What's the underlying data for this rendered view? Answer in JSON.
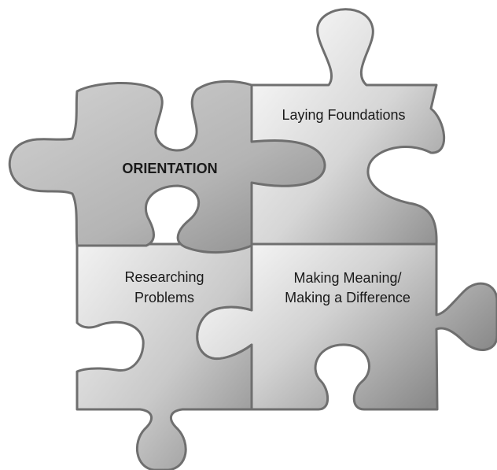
{
  "pieces": {
    "orientation": {
      "label": "ORIENTATION"
    },
    "laying_foundations": {
      "label": "Laying Foundations"
    },
    "researching_problems": {
      "line1": "Researching",
      "line2": "Problems"
    },
    "making_meaning": {
      "line1": "Making Meaning/",
      "line2": "Making a Difference"
    }
  }
}
